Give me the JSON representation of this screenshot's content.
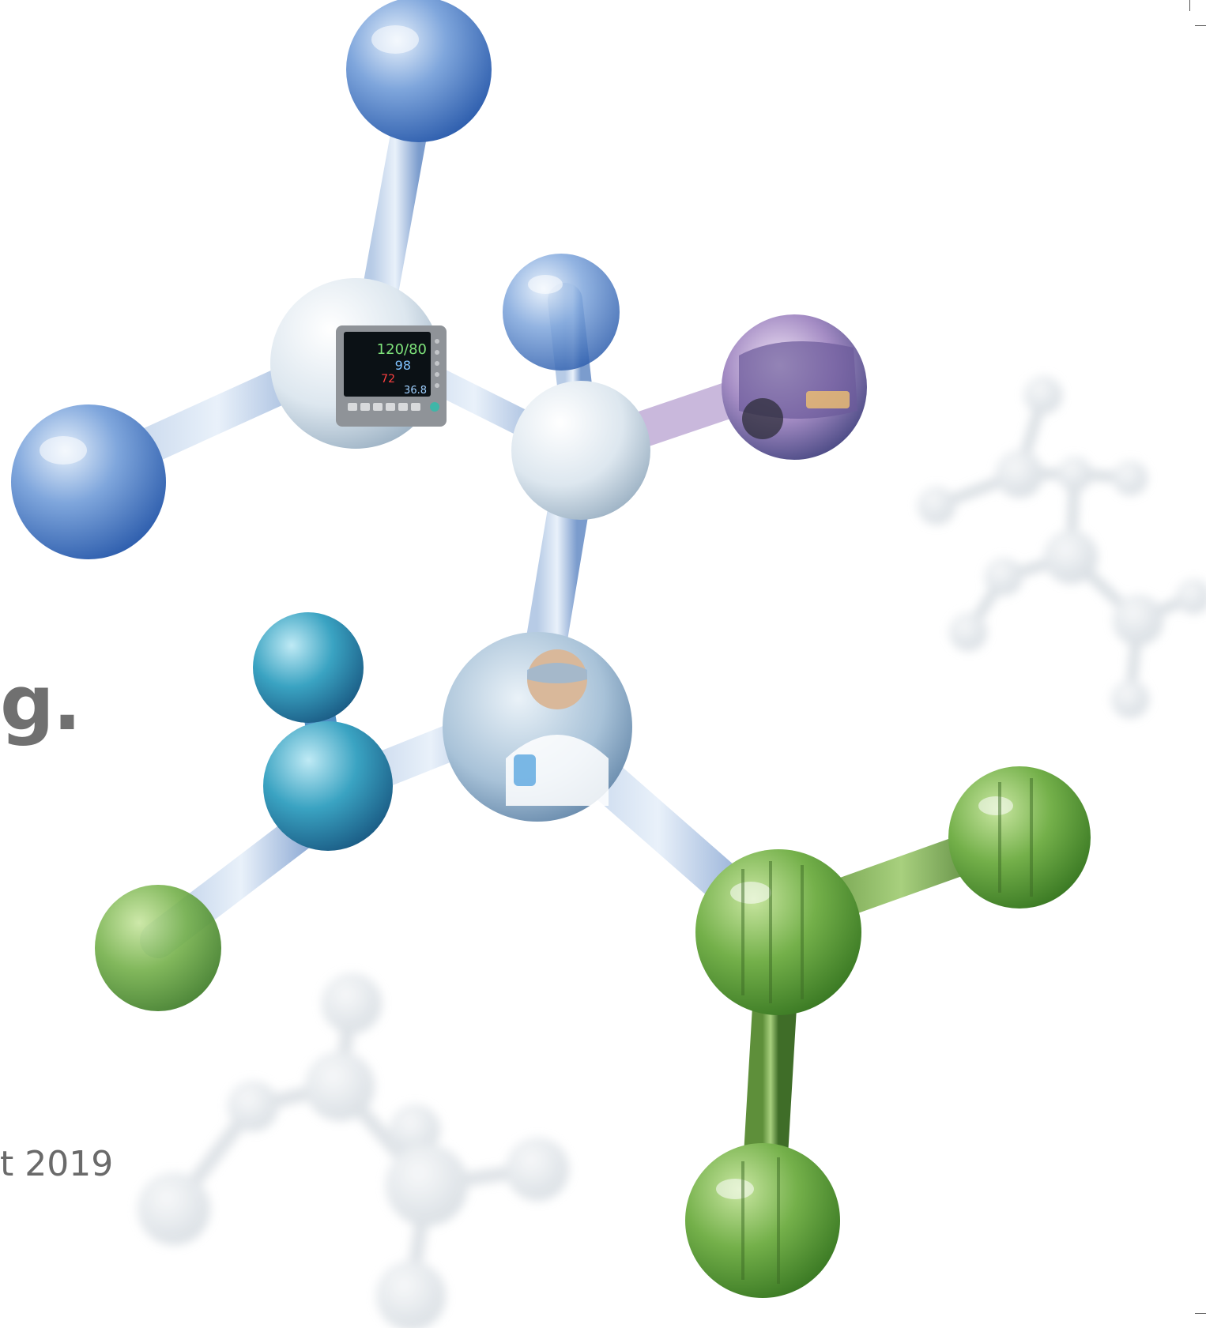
{
  "cover": {
    "headline_fragment": "g.",
    "year_fragment": "t 2019"
  },
  "colors": {
    "background": "#ffffff",
    "text_gray": "#6b6b6b",
    "molecule_blue": "#4f7fc8",
    "molecule_green": "#5d9a3a",
    "molecule_glass": "#e6eef5",
    "molecule_teal": "#2a8fa6"
  },
  "illustration": {
    "monitor_readings": {
      "bp": "120/80",
      "spo2": "98",
      "pulse": "72",
      "temp": "36.8"
    }
  }
}
